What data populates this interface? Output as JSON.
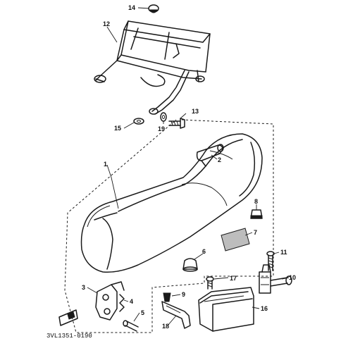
{
  "diagram": {
    "code": "3VL1351-0190",
    "callouts": [
      "1",
      "2",
      "3",
      "4",
      "5",
      "6",
      "7",
      "8",
      "9",
      "10",
      "11",
      "12",
      "13",
      "14",
      "15",
      "16",
      "17",
      "18",
      "19"
    ]
  }
}
